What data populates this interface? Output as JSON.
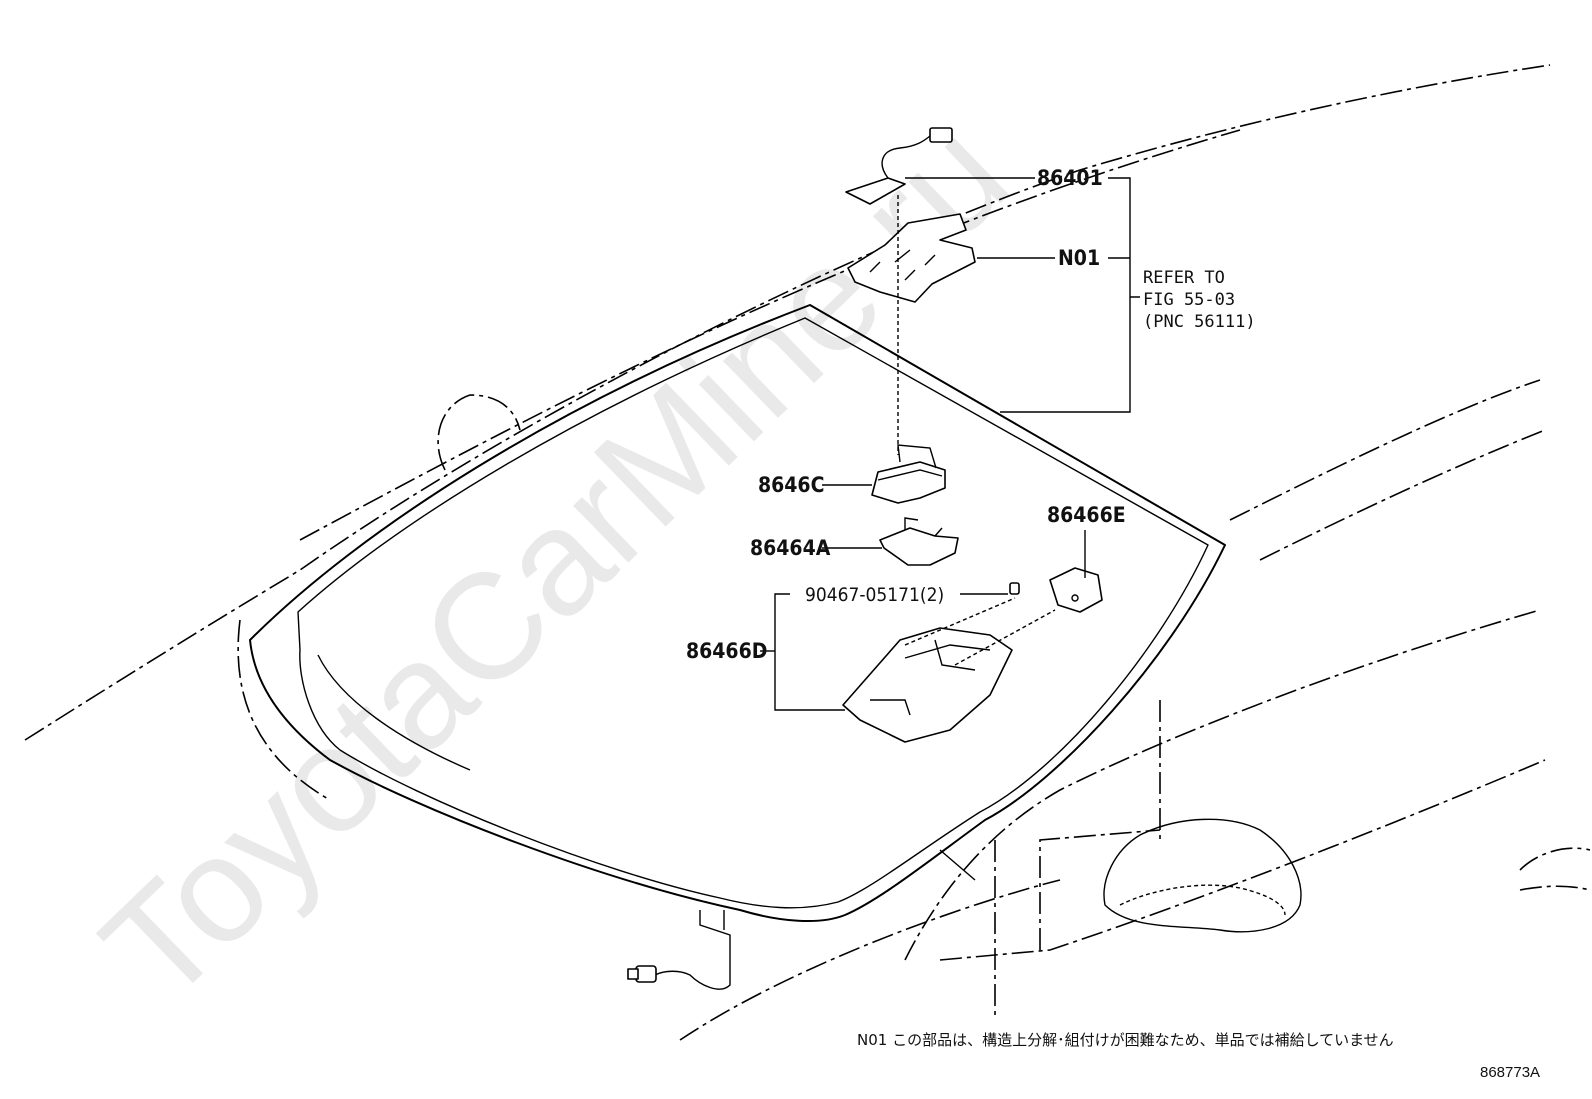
{
  "watermark": "ToyotaCarMine.ru",
  "parts": [
    {
      "id": "86401",
      "label": "86401"
    },
    {
      "id": "N01",
      "label": "N01"
    },
    {
      "id": "8646C",
      "label": "8646C"
    },
    {
      "id": "86464A",
      "label": "86464A"
    },
    {
      "id": "86466E",
      "label": "86466E"
    },
    {
      "id": "90467-05171",
      "label": "90467-05171(2)"
    },
    {
      "id": "86466D",
      "label": "86466D"
    }
  ],
  "reference": {
    "line1": "REFER TO",
    "line2": "FIG 55-03",
    "line3": "(PNC 56111)"
  },
  "footnote": "N01 この部品は、構造上分解･組付けが困難なため、単品では補給していません",
  "figure_code": "868773A"
}
